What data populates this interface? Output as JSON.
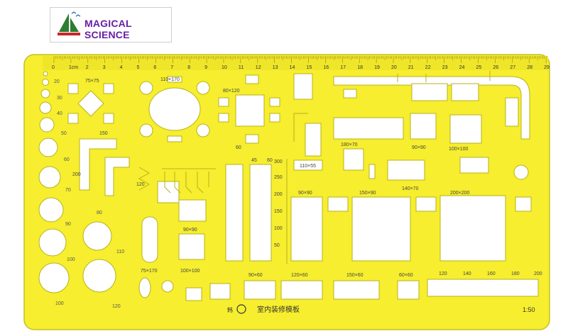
{
  "brand": {
    "name": "MAGICAL SCIENCE",
    "text_color": "#6a1ea8",
    "icon": "sailboat-icon"
  },
  "template": {
    "plate_color": "#f6ee2e",
    "edge_color": "#b8b21f",
    "ruler_numbers": [
      "0",
      "1cm",
      "2",
      "3",
      "4",
      "5",
      "6",
      "7",
      "8",
      "9",
      "10",
      "11",
      "12",
      "13",
      "14",
      "15",
      "16",
      "17",
      "18",
      "19",
      "20",
      "21",
      "22",
      "23",
      "24",
      "25",
      "26",
      "27",
      "28",
      "29"
    ],
    "circle_sizes": [
      "10",
      "20",
      "30",
      "40",
      "50",
      "60",
      "70",
      "80",
      "90",
      "100",
      "110",
      "120"
    ],
    "labels": {
      "sq75": "75×75",
      "oval": "110×170",
      "table80": "80×120",
      "s60": "60",
      "l150": "150",
      "l200": "200",
      "l120": "120",
      "l180": "180×70",
      "l90x90a": "90×90",
      "l100x100": "100×100",
      "l110x55": "110×55",
      "l90x90b": "90×90",
      "l150x90": "150×90",
      "l140x70": "140×70",
      "l200x200": "200×200",
      "l90x90c": "90×90",
      "l75x170": "75×170",
      "l100x100b": "100×100",
      "l90x60": "90×60",
      "l120x60": "120×60",
      "l150x60": "150×60",
      "l60x60": "60×60",
      "title": "室内装修模板",
      "maker": "韩",
      "scale": "1:50",
      "v1": "45",
      "v2": "60",
      "v3": "300",
      "v4": "250",
      "v5": "200",
      "v6": "150",
      "v7": "100",
      "v8": "50",
      "r1": "120",
      "r2": "140",
      "r3": "160",
      "r4": "180",
      "r5": "200"
    }
  }
}
